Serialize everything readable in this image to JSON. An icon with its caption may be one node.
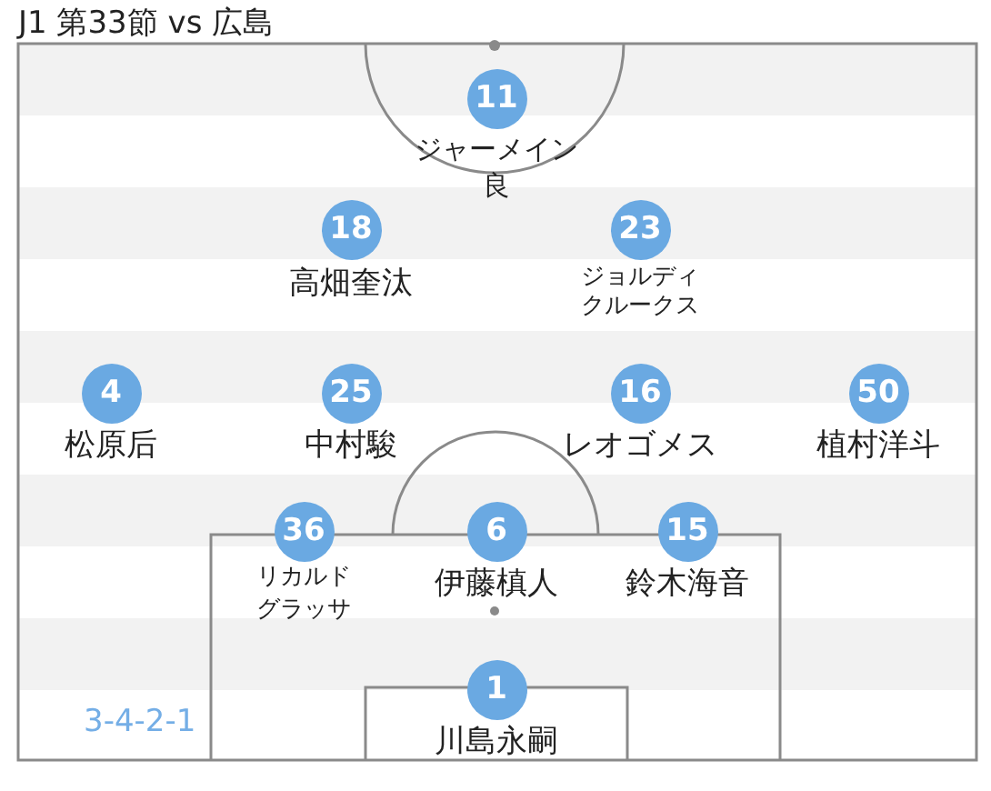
{
  "diagram": {
    "title": "J1 第33節 vs 広島",
    "nodes": [
      {
        "text": [
          "11"
        ],
        "beside": [
          "ジャーメイン良"
        ]
      },
      {
        "text": [
          "18"
        ],
        "beside": [
          "高畑奎汰"
        ]
      },
      {
        "text": [
          "23"
        ],
        "beside": [
          "ジョルディクルークス"
        ]
      },
      {
        "text": [
          "4"
        ],
        "beside": [
          "松原后"
        ]
      },
      {
        "text": [
          "25"
        ],
        "beside": [
          "中村駿"
        ]
      },
      {
        "text": [
          "16"
        ],
        "beside": [
          "レオゴメス"
        ]
      },
      {
        "text": [
          "50"
        ],
        "beside": [
          "植村洋斗"
        ]
      },
      {
        "text": [
          "36"
        ],
        "beside": [
          "リカルドグラッサ"
        ]
      },
      {
        "text": [
          "6"
        ],
        "beside": [
          "伊藤槙人"
        ]
      },
      {
        "text": [
          "15"
        ],
        "beside": [
          "鈴木海音"
        ]
      },
      {
        "text": [
          "1"
        ],
        "beside": [
          "川島永嗣"
        ]
      }
    ],
    "labels": [
      "3-4-2-1"
    ]
  }
}
